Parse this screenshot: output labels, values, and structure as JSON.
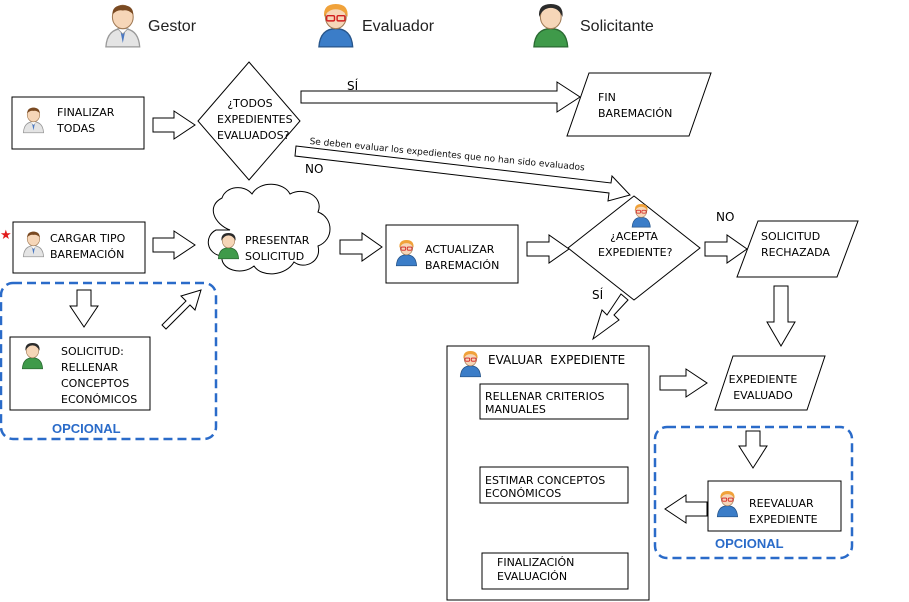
{
  "legend": {
    "gestor": "Gestor",
    "evaluador": "Evaluador",
    "solicitante": "Solicitante"
  },
  "nodes": {
    "finalizar_todas": "FINALIZAR\nTODAS",
    "todos_evaluados": "¿TODOS\nEXPEDIENTES\nEVALUADOS?",
    "fin_baremacion": "FIN\nBAREMACIÓN",
    "cargar_tipo": "CARGAR TIPO\nBAREMACIÓN",
    "presentar_solicitud": "PRESENTAR\nSOLICITUD",
    "actualizar_baremacion": "ACTUALIZAR\nBAREMACIÓN",
    "acepta_expediente": "¿ACEPTA\nEXPEDIENTE?",
    "solicitud_rechazada": "SOLICITUD\nRECHAZADA",
    "solicitud_rellenar": "SOLICITUD:\nRELLENAR\nCONCEPTOS\nECONÓMICOS",
    "evaluar_expediente": "EVALUAR  EXPEDIENTE",
    "rellenar_criterios": "RELLENAR CRITERIOS\nMANUALES",
    "estimar_conceptos": "ESTIMAR CONCEPTOS\nECONÓMICOS",
    "finalizacion_evaluacion": "FINALIZACIÓN\nEVALUACIÓN",
    "expediente_evaluado": "EXPEDIENTE\nEVALUADO",
    "reevaluar_expediente": "REEVALUAR\nEXPEDIENTE"
  },
  "labels": {
    "si_top": "SÍ",
    "no_top": "NO",
    "no_right": "NO",
    "si_mid": "SÍ",
    "note": "Se deben evaluar los expedientes que no han sido evaluados",
    "opcional_left": "OPCIONAL",
    "opcional_right": "OPCIONAL"
  },
  "colors": {
    "dashed_border": "#2a6bc9",
    "gestor_tie": "#4a78c2",
    "evaluador_hair": "#f0a23a",
    "solicitante_shirt": "#3f9a4a"
  },
  "icons": {
    "gestor": "gestor-avatar-icon",
    "evaluador": "evaluador-avatar-icon",
    "solicitante": "solicitante-avatar-icon",
    "required": "star-icon"
  }
}
